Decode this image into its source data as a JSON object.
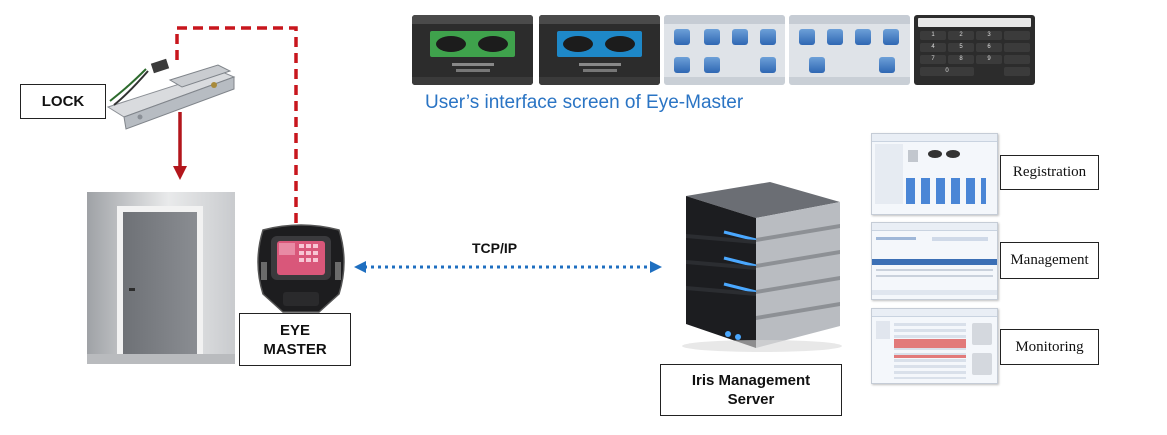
{
  "lock_label": "LOCK",
  "eye_master_label": "EYE MASTER",
  "eye_master_line1": "EYE",
  "eye_master_line2": "MASTER",
  "server_label_line1": "Iris Management",
  "server_label_line2": "Server",
  "connection_label": "TCP/IP",
  "ui_caption": "User’s interface screen of Eye-Master",
  "modules": {
    "registration": "Registration",
    "management": "Management",
    "monitoring": "Monitoring"
  },
  "colors": {
    "lock_wire": "#c8161d",
    "tcp_arrow": "#1f6fc0",
    "caption": "#2a74c4"
  }
}
